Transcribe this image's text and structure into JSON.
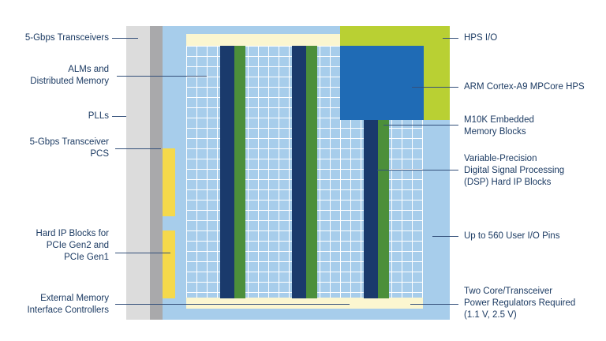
{
  "colors": {
    "outer_gray": "#dcdcdc",
    "inner_gray": "#a9a9ab",
    "fpga_fabric": "#a7cdeb",
    "grid_line": "#ffffff",
    "yellow_light": "#fbf6d0",
    "pcs_yellow": "#f5d94b",
    "hps_io_green": "#b9d033",
    "hps_blue": "#1f6bb5",
    "m10k_navy": "#1a3a6c",
    "dsp_green": "#4c8f3a",
    "label_text": "#1c3b63",
    "leader_line": "#34507a"
  },
  "labels_left": [
    {
      "id": "transceivers",
      "lines": [
        "5-Gbps Transceivers"
      ]
    },
    {
      "id": "alms",
      "lines": [
        "ALMs and",
        "Distributed Memory"
      ]
    },
    {
      "id": "plls",
      "lines": [
        "PLLs"
      ]
    },
    {
      "id": "pcs",
      "lines": [
        "5-Gbps Transceiver",
        "PCS"
      ]
    },
    {
      "id": "hard_ip",
      "lines": [
        "Hard IP Blocks for",
        "PCIe Gen2 and",
        "PCIe Gen1"
      ]
    },
    {
      "id": "ext_mem",
      "lines": [
        "External Memory",
        "Interface Controllers"
      ]
    }
  ],
  "labels_right": [
    {
      "id": "hps_io",
      "lines": [
        "HPS I/O"
      ]
    },
    {
      "id": "arm_hps",
      "lines": [
        "ARM Cortex-A9 MPCore HPS"
      ]
    },
    {
      "id": "m10k",
      "lines": [
        "M10K Embedded",
        "Memory Blocks"
      ]
    },
    {
      "id": "dsp",
      "lines": [
        "Variable-Precision",
        "Digital Signal Processing",
        "(DSP) Hard IP Blocks"
      ]
    },
    {
      "id": "user_io",
      "lines": [
        "Up to 560 User I/O Pins"
      ]
    },
    {
      "id": "power_reg",
      "lines": [
        "Two Core/Transceiver",
        "Power Regulators Required",
        "(1.1 V, 2.5 V)"
      ]
    }
  ]
}
